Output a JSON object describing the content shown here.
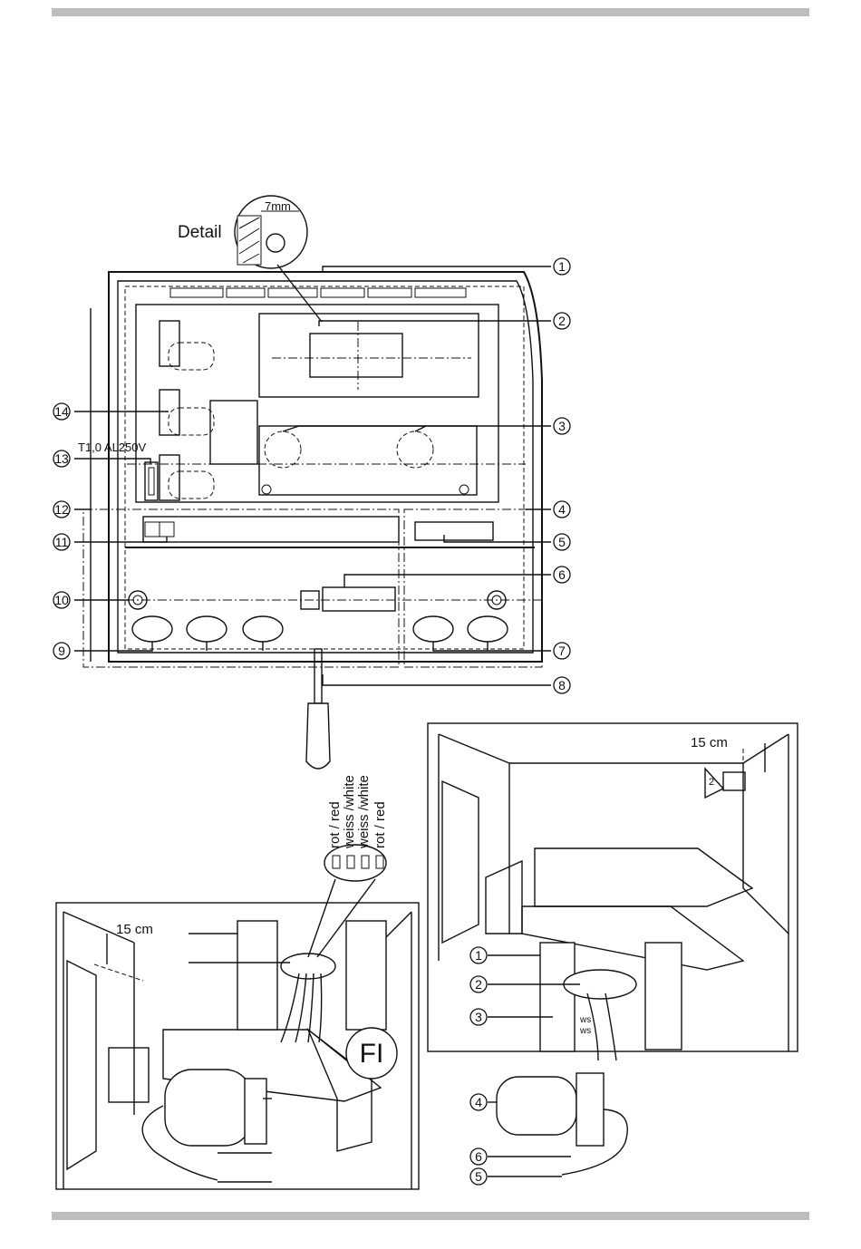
{
  "detail": {
    "label": "Detail",
    "dimension": "7mm"
  },
  "fuse_label": "T1,0 AL250V",
  "callouts_top": [
    "1",
    "2",
    "3",
    "4",
    "5",
    "6",
    "7",
    "8",
    "9",
    "10",
    "11",
    "12",
    "13",
    "14"
  ],
  "room_right": {
    "height_label": "15 cm",
    "sensor_marker": "2",
    "callouts": [
      "1",
      "2",
      "3",
      "4",
      "5",
      "6"
    ],
    "wire_labels": [
      "ws",
      "ws"
    ]
  },
  "room_left": {
    "height_label": "15 cm",
    "fi_label": "FI",
    "wire_colors": [
      "rot / red",
      "weiss /white",
      "weiss /white",
      "rot / red"
    ]
  }
}
